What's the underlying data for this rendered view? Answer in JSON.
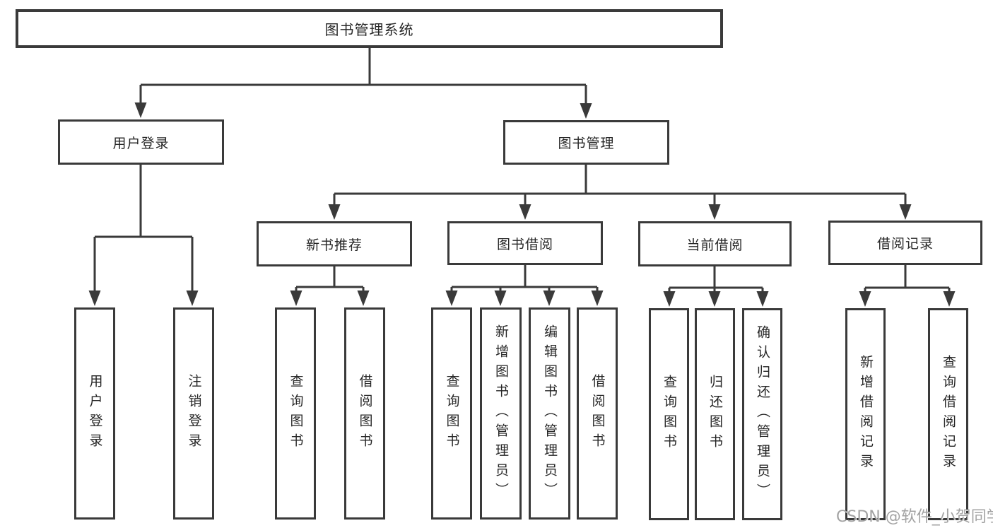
{
  "diagram": {
    "root": "图书管理系统",
    "level2": {
      "user_login": "用户登录",
      "book_mgmt": "图书管理"
    },
    "level3": {
      "new_book_rec": "新书推荐",
      "book_borrow": "图书借阅",
      "current_borrow": "当前借阅",
      "borrow_records": "借阅记录"
    },
    "leaves": {
      "user_login": "用户登录",
      "logout": "注销登录",
      "rec_query_books": "查询图书",
      "rec_borrow_books": "借阅图书",
      "bb_query_books": "查询图书",
      "bb_add_books": "新增图书（管理员）",
      "bb_edit_books": "编辑图书（管理员）",
      "bb_borrow_books": "借阅图书",
      "cur_query_books": "查询图书",
      "cur_return_books": "归还图书",
      "cur_confirm_return": "确认归还（管理员）",
      "rec_add_record": "新增借阅记录",
      "rec_query_record": "查询借阅记录"
    }
  },
  "watermark": "CSDN @软件_小贺同学",
  "colors": {
    "line": "#3a3a3a",
    "text": "#262626",
    "watermark": "#9e9e9e",
    "background": "#ffffff"
  }
}
